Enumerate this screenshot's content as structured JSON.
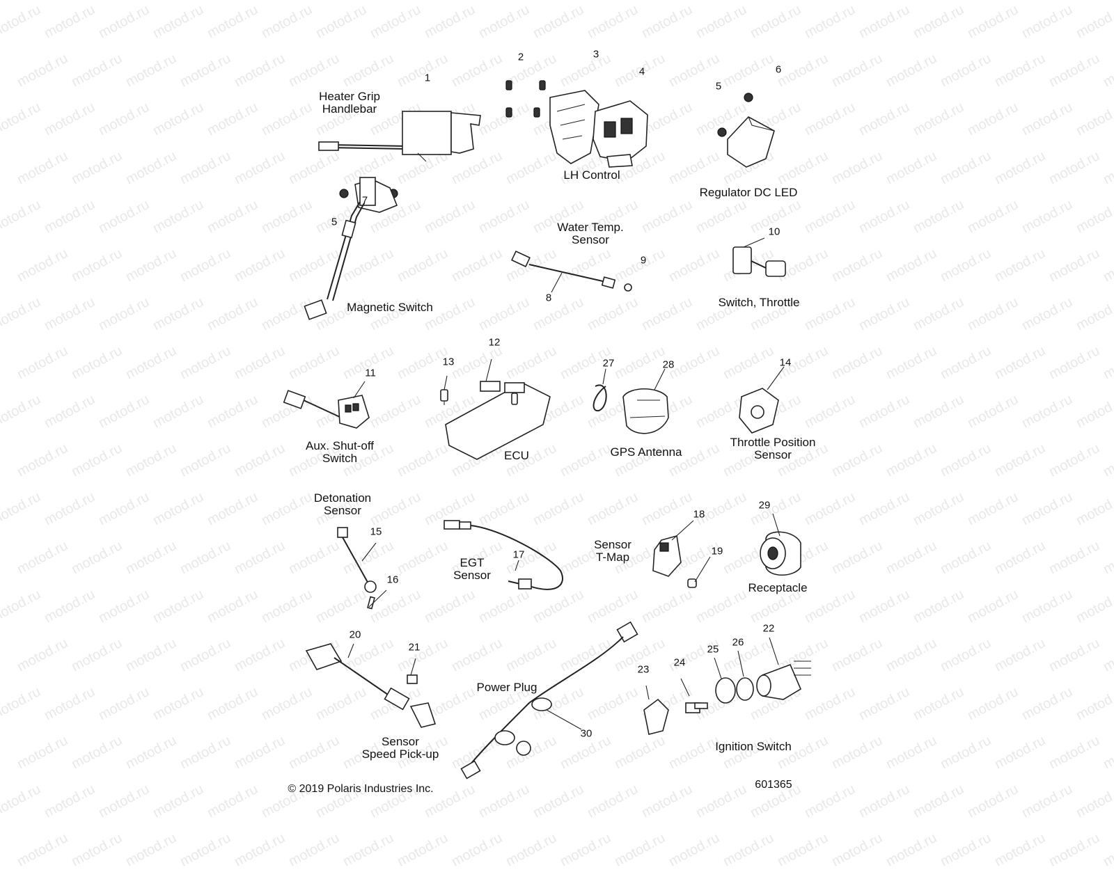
{
  "watermark": "motod.ru",
  "parts": {
    "heater_grip": {
      "label": "Heater Grip\nHandlebar",
      "callouts": [
        "1"
      ]
    },
    "lh_control": {
      "label": "LH Control",
      "callouts": [
        "2",
        "3",
        "4"
      ]
    },
    "regulator": {
      "label": "Regulator DC LED",
      "callouts": [
        "5",
        "6"
      ]
    },
    "magnetic_switch": {
      "label": "Magnetic Switch",
      "callouts": [
        "7",
        "5"
      ]
    },
    "water_temp_sensor": {
      "label": "Water Temp.\nSensor",
      "callouts": [
        "8",
        "9"
      ]
    },
    "throttle_switch": {
      "label": "Switch, Throttle",
      "callouts": [
        "10"
      ]
    },
    "aux_shutoff": {
      "label": "Aux. Shut-off\nSwitch",
      "callouts": [
        "11"
      ]
    },
    "ecu": {
      "label": "ECU",
      "callouts": [
        "12",
        "13"
      ]
    },
    "gps_antenna": {
      "label": "GPS Antenna",
      "callouts": [
        "27",
        "28"
      ]
    },
    "tps": {
      "label": "Throttle Position\nSensor",
      "callouts": [
        "14"
      ]
    },
    "detonation_sensor": {
      "label": "Detonation\nSensor",
      "callouts": [
        "15",
        "16"
      ]
    },
    "egt_sensor": {
      "label": "EGT\nSensor",
      "callouts": [
        "17"
      ]
    },
    "tmap_sensor": {
      "label": "Sensor\nT-Map",
      "callouts": [
        "18",
        "19"
      ]
    },
    "receptacle": {
      "label": "Receptacle",
      "callouts": [
        "29"
      ]
    },
    "speed_sensor": {
      "label": "Sensor\nSpeed Pick-up",
      "callouts": [
        "20",
        "21"
      ]
    },
    "power_plug": {
      "label": "Power Plug",
      "callouts": [
        "30"
      ]
    },
    "ignition_switch": {
      "label": "Ignition Switch",
      "callouts": [
        "22",
        "23",
        "24",
        "25",
        "26"
      ]
    }
  },
  "footer": {
    "copyright": "© 2019 Polaris Industries Inc.",
    "diagram_id": "601365"
  }
}
